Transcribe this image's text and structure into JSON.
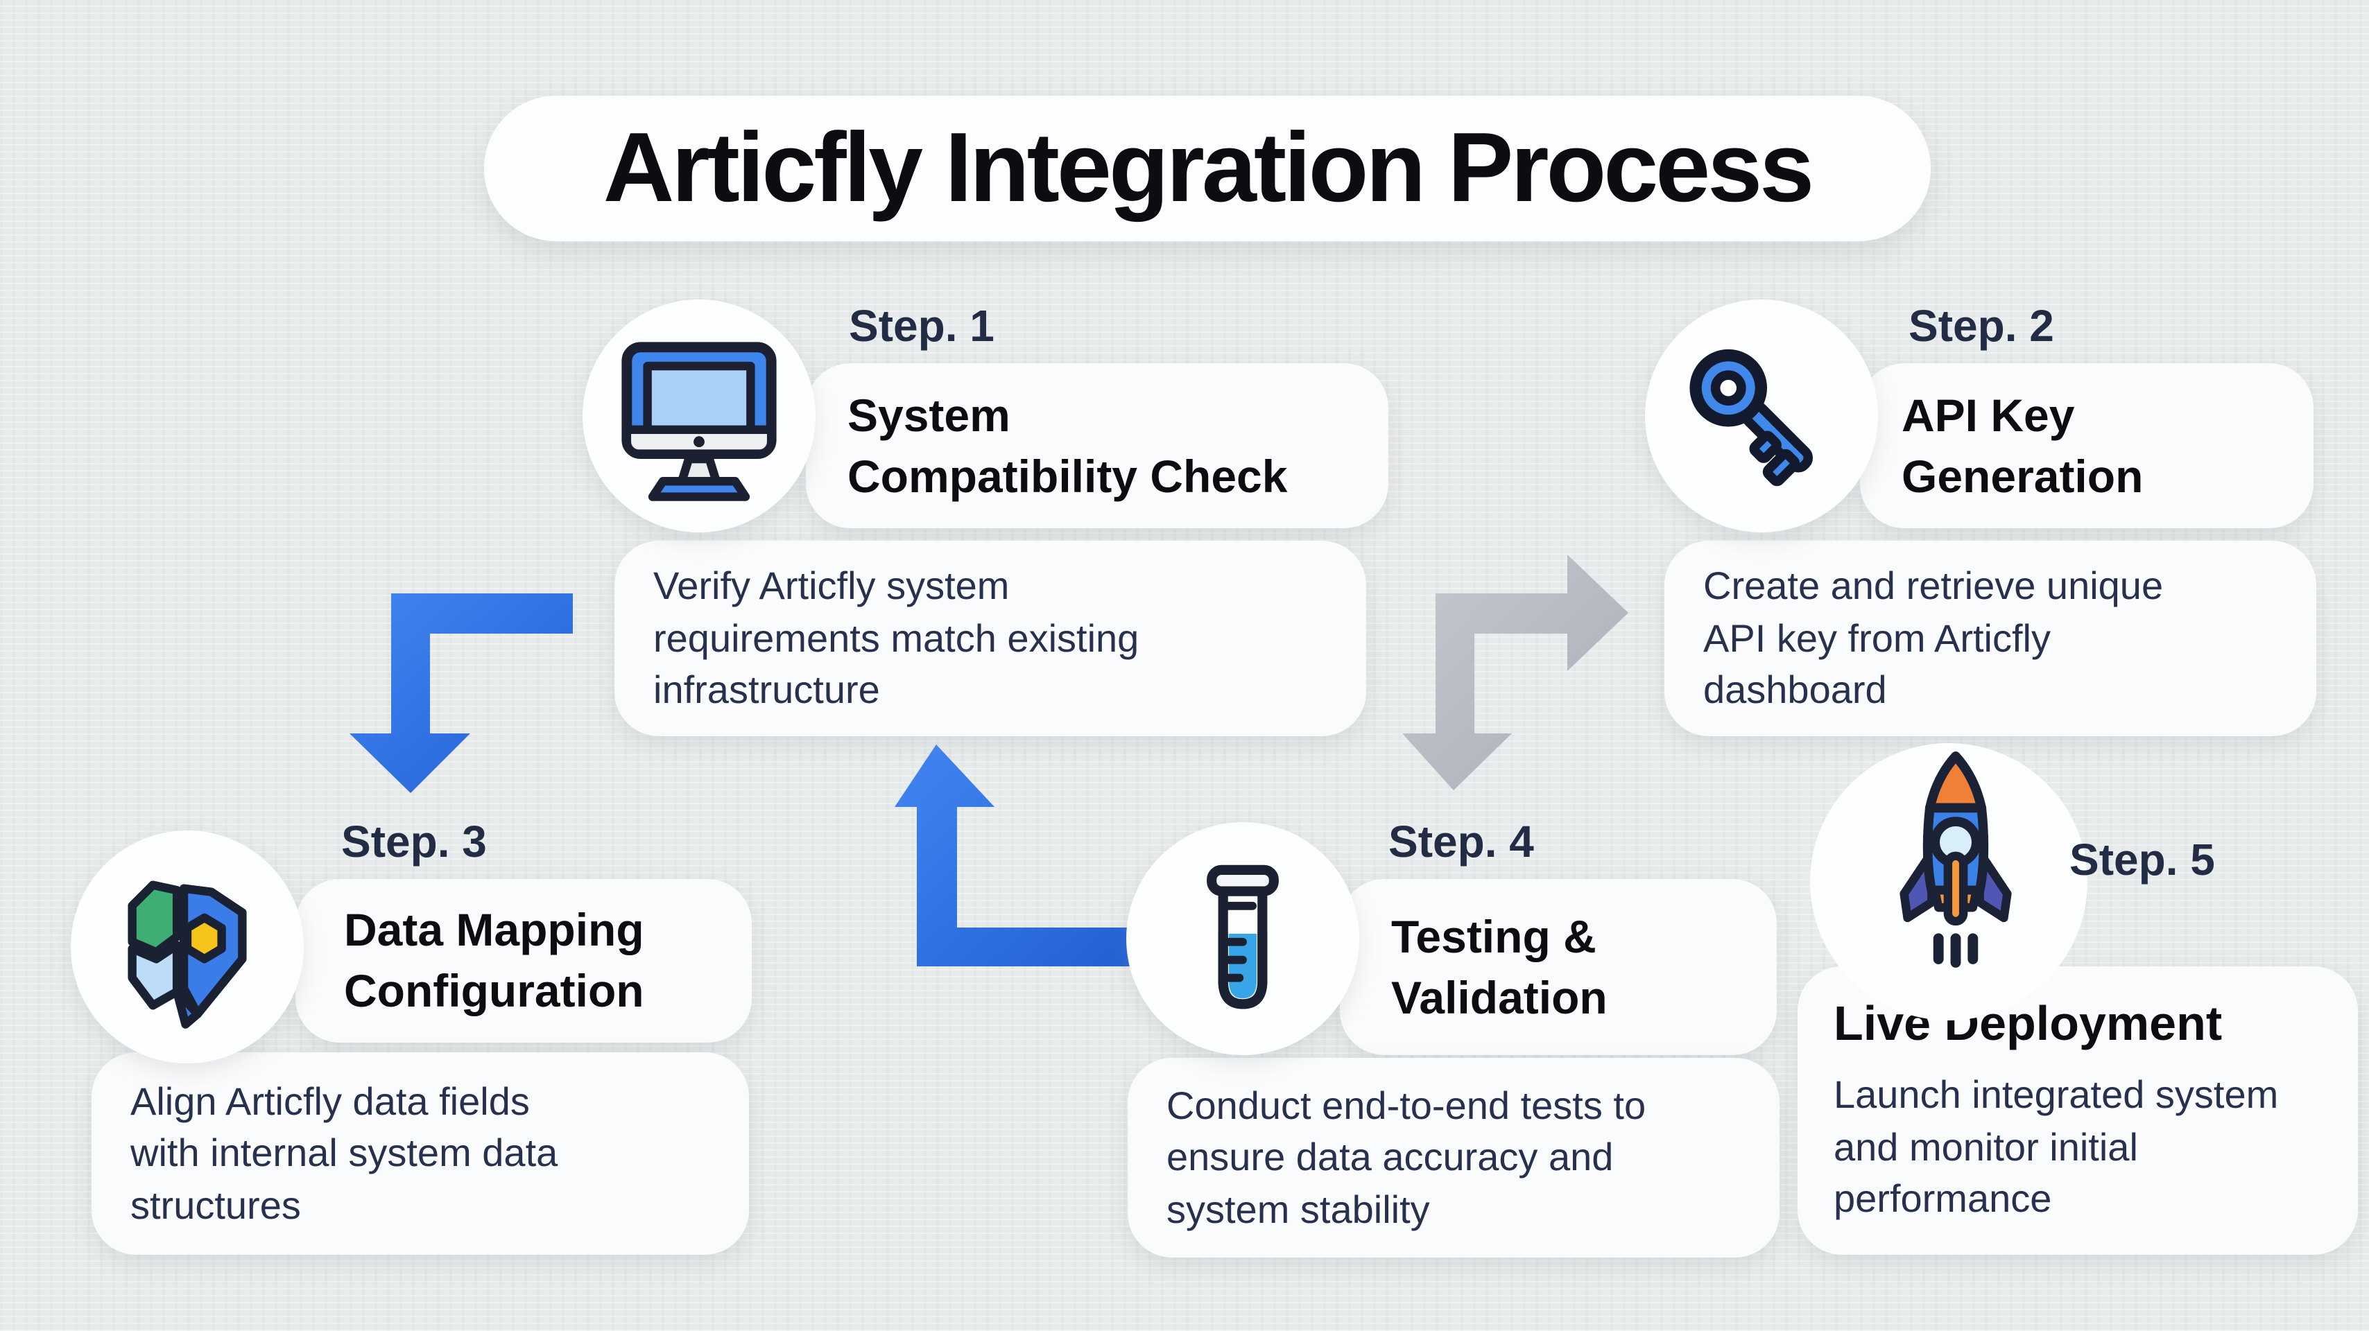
{
  "title": "Articfly Integration Process",
  "steps": [
    {
      "label": "Step. 1",
      "title": "System\nCompatibility Check",
      "description": "Verify Articfly system\nrequirements match existing\ninfrastructure",
      "icon": "desktop-computer-icon"
    },
    {
      "label": "Step. 2",
      "title": "API Key\nGeneration",
      "description": "Create and retrieve unique\nAPI key from Articfly\ndashboard",
      "icon": "key-icon"
    },
    {
      "label": "Step. 3",
      "title": "Data Mapping\nConfiguration",
      "description": "Align Articfly data fields\nwith internal system data\nstructures",
      "icon": "map-icon"
    },
    {
      "label": "Step. 4",
      "title": "Testing &\nValidation",
      "description": "Conduct end-to-end tests to\nensure data accuracy and\nsystem stability",
      "icon": "test-tube-icon"
    },
    {
      "label": "Step. 5",
      "title": "Live Deployment",
      "description": "Launch integrated system\nand monitor initial\nperformance",
      "icon": "rocket-icon"
    }
  ],
  "colors": {
    "accent_blue": "#2e6fe2",
    "arrow_gray": "#b7bbc3",
    "step_label_navy": "#222c44",
    "body_text_navy": "#27314d",
    "heading_black": "#0b0d11",
    "card_white": "#fafbfc",
    "background": "#e8ebeb"
  }
}
